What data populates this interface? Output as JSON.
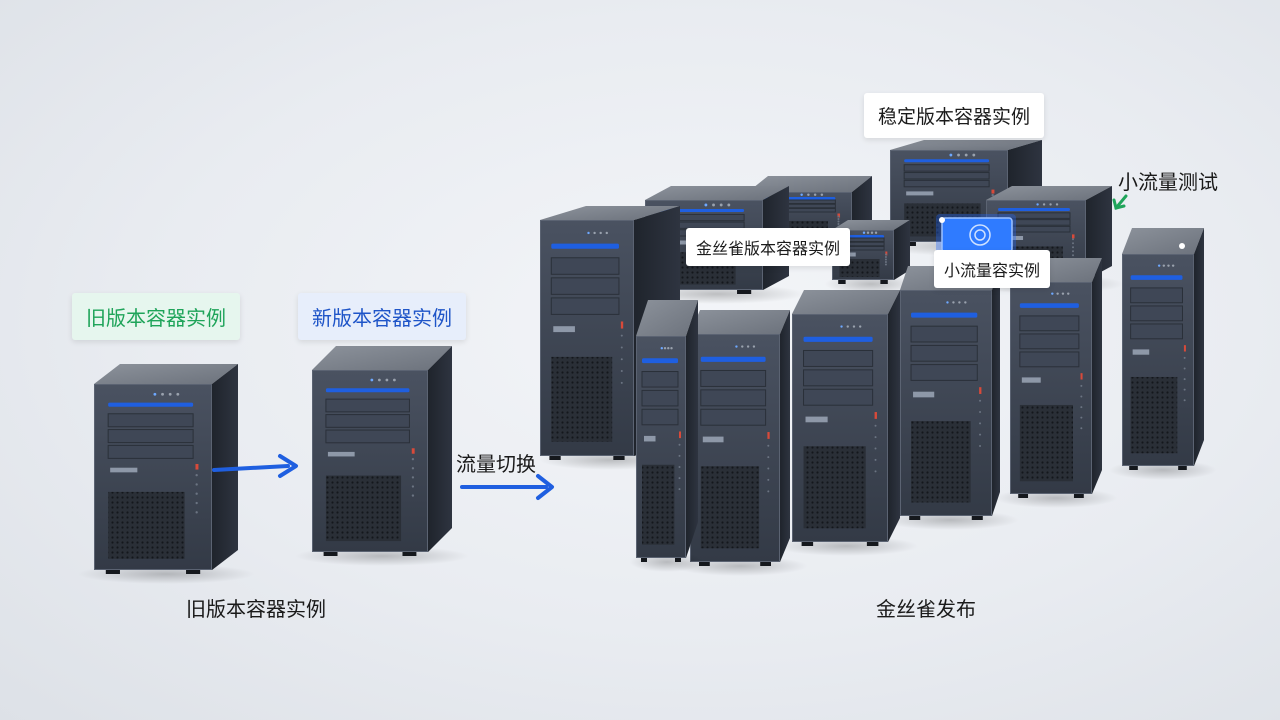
{
  "labels": {
    "old_instance_tag": "旧版本容器实例",
    "new_instance_tag": "新版本容器实例",
    "old_instance_caption": "旧版本容器实例",
    "traffic_switch": "流量切换",
    "canary_release": "金丝雀发布",
    "stable_instance": "稳定版本容器实例",
    "canary_instance": "金丝雀版本容器实例",
    "small_traffic_test": "小流量测试",
    "small_traffic_instance": "小流量容实例"
  },
  "colors": {
    "accent_blue": "#1f5fe0",
    "accent_green": "#1fa45a",
    "server_body": "#3a4250",
    "server_top": "#7d838c",
    "server_side": "#262b33"
  }
}
